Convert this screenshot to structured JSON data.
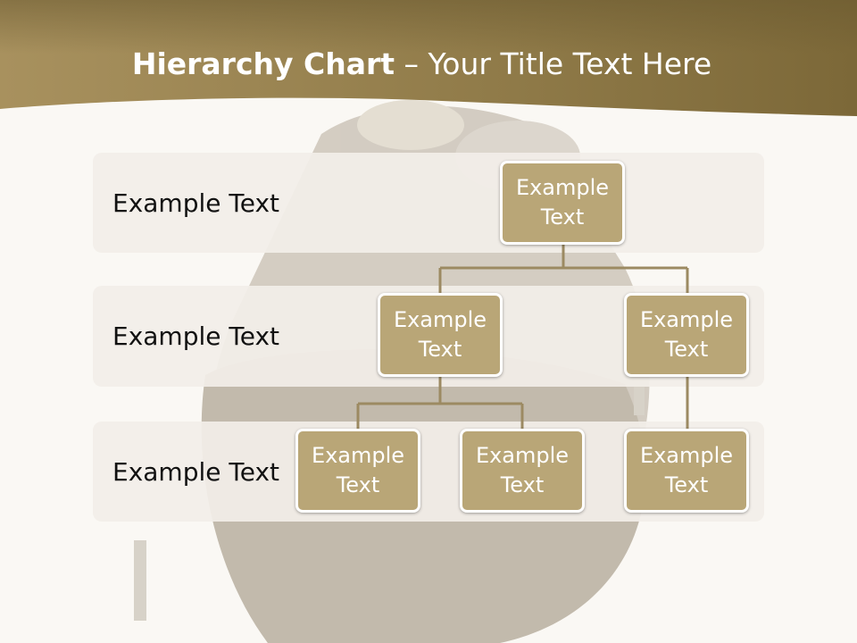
{
  "slide": {
    "title_bold": "Hierarchy Chart",
    "title_rest": " – Your Title Text Here"
  },
  "levels": [
    {
      "label": "Example Text"
    },
    {
      "label": "Example Text"
    },
    {
      "label": "Example Text"
    }
  ],
  "nodes": {
    "root": {
      "line1": "Example",
      "line2": "Text"
    },
    "child_left": {
      "line1": "Example",
      "line2": "Text"
    },
    "child_right": {
      "line1": "Example",
      "line2": "Text"
    },
    "leaf_1": {
      "line1": "Example",
      "line2": "Text"
    },
    "leaf_2": {
      "line1": "Example",
      "line2": "Text"
    },
    "leaf_3": {
      "line1": "Example",
      "line2": "Text"
    }
  },
  "colors": {
    "header": "#8a7444",
    "node_fill": "#b9a677",
    "connector": "#9c8a62",
    "band": "#f2eee8"
  }
}
